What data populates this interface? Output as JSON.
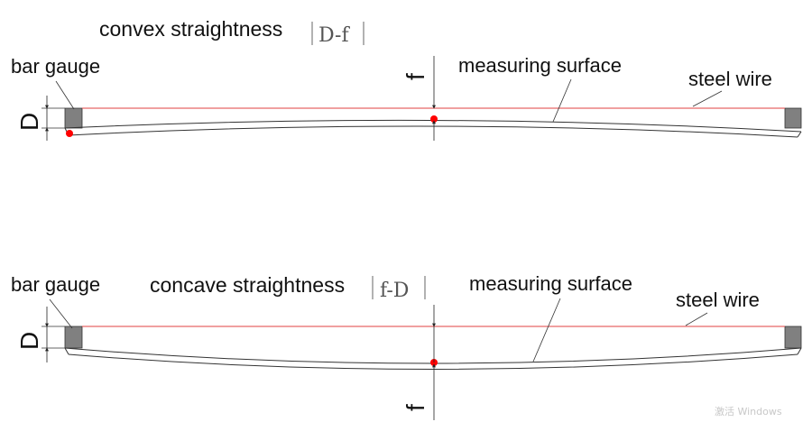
{
  "convex": {
    "title": "convex straightness",
    "formula": "D-f",
    "bar_gauge": "bar gauge",
    "measuring_surface": "measuring surface",
    "steel_wire": "steel wire",
    "d_label": "D",
    "f_label": "f"
  },
  "concave": {
    "title": "concave straightness",
    "formula": "f-D",
    "bar_gauge": "bar gauge",
    "measuring_surface": "measuring surface",
    "steel_wire": "steel wire",
    "d_label": "D",
    "f_label": "f"
  },
  "watermark": "激活 Windows",
  "colors": {
    "wire": "#e04040",
    "point": "#ff0000",
    "gauge": "#808080",
    "line": "#333333"
  }
}
